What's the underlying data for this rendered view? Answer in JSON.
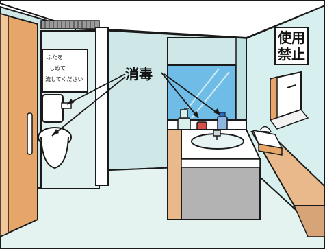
{
  "label": {
    "text": "消毒"
  },
  "toilet_sign": {
    "lines": [
      "ふたを",
      "しめて",
      "流してください"
    ]
  },
  "prohibited_sign": {
    "lines": [
      "使用",
      "禁止"
    ]
  },
  "colors": {
    "wall_light_blue": "#cfe7e7",
    "door_brown": "#e6a66a",
    "window_blue": "#6fbde6",
    "vanity_wood": "#e9b98b",
    "cabinet_gray": "#b3b3b3",
    "outline": "#1a1a1a"
  },
  "icons": [
    "hand-dryer-icon",
    "soap-bottle-icon",
    "faucet-icon",
    "tissue-box-icon",
    "toilet-icon"
  ]
}
